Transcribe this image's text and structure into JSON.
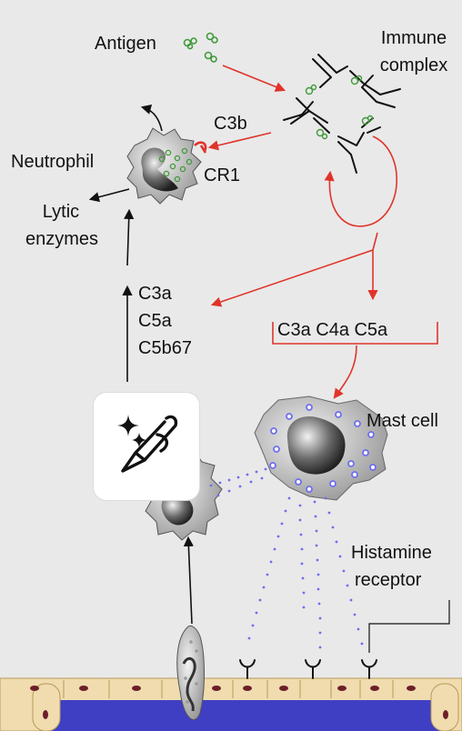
{
  "labels": {
    "antigen": "Antigen",
    "immune_complex_1": "Immune",
    "immune_complex_2": "complex",
    "c3b": "C3b",
    "neutrophil": "Neutrophil",
    "cr1": "CR1",
    "lytic_1": "Lytic",
    "lytic_2": "enzymes",
    "c3a": "C3a",
    "c5a": "C5a",
    "c5b67": "C5b67",
    "anaphylatoxins": "C3a C4a C5a",
    "mast_cell": "Mast cell",
    "histamine_1": "Histamine",
    "histamine_2": "receptor"
  },
  "colors": {
    "background": "#e9e9e9",
    "arrow_red": "#e0342a",
    "arrow_black": "#111111",
    "antigen_green": "#3f9a3a",
    "granule_blue": "#6f6ff0",
    "endothelium": "#f0dcae",
    "nucleus": "#6b1f2b",
    "vessel_lumen": "#3f3fc4"
  },
  "icons": [
    "sparkle-icon",
    "brush-icon"
  ]
}
